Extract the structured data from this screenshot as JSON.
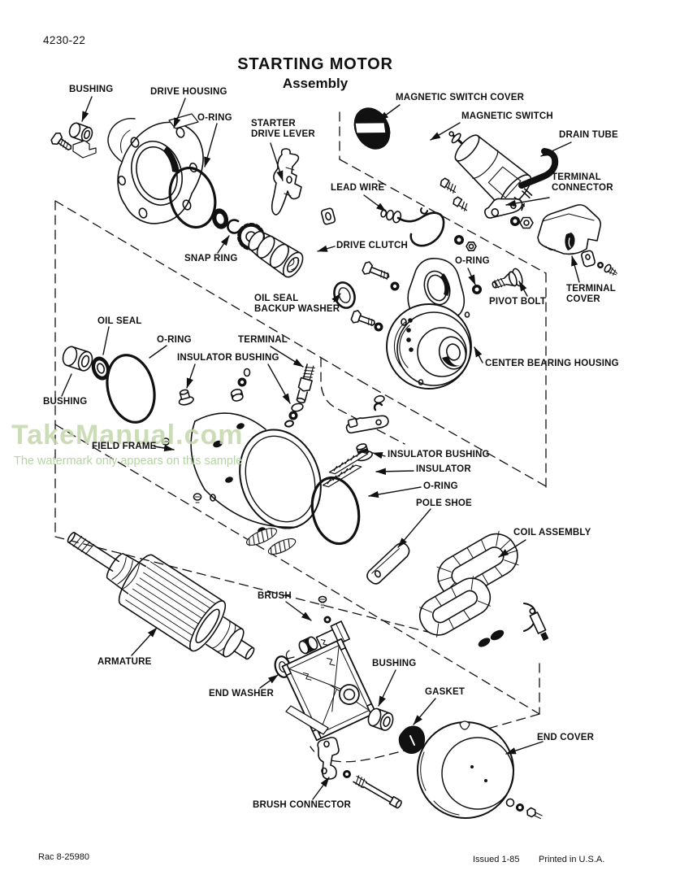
{
  "page": {
    "doc_code": "4230-22",
    "title": "STARTING MOTOR",
    "subtitle": "Assembly"
  },
  "watermark": {
    "brand": "TakeManual.com",
    "note": "The watermark only appears on this sample",
    "color": "#c3d7ab"
  },
  "footer": {
    "ref": "Rac 8-25980",
    "issued": "Issued 1-85",
    "printed": "Printed in U.S.A."
  },
  "diagram": {
    "ink": "#111111",
    "labels": {
      "bushing_top": "BUSHING",
      "drive_housing": "DRIVE HOUSING",
      "o_ring_top": "O-RING",
      "starter_drive_lever": "STARTER\nDRIVE LEVER",
      "magnetic_switch_cover": "MAGNETIC SWITCH COVER",
      "magnetic_switch": "MAGNETIC SWITCH",
      "drain_tube": "DRAIN TUBE",
      "terminal_connector": "TERMINAL\nCONNECTOR",
      "lead_wire": "LEAD WIRE",
      "snap_ring": "SNAP RING",
      "drive_clutch": "DRIVE CLUTCH",
      "o_ring_mid": "O-RING",
      "pivot_bolt": "PIVOT BOLT",
      "terminal_cover": "TERMINAL\nCOVER",
      "oil_seal_backup_washer": "OIL SEAL\nBACKUP WASHER",
      "center_bearing_housing": "CENTER BEARING HOUSING",
      "oil_seal": "OIL SEAL",
      "o_ring_left": "O-RING",
      "terminal": "TERMINAL",
      "insulator_bushing_left": "INSULATOR BUSHING",
      "bushing_left": "BUSHING",
      "field_frame": "FIELD FRAME",
      "insulator_bushing_right": "INSULATOR BUSHING",
      "insulator": "INSULATOR",
      "o_ring_lower": "O-RING",
      "pole_shoe": "POLE SHOE",
      "coil_assembly": "COIL ASSEMBLY",
      "brush": "BRUSH",
      "armature": "ARMATURE",
      "end_washer": "END WASHER",
      "bushing_bottom": "BUSHING",
      "gasket": "GASKET",
      "end_cover": "END COVER",
      "brush_connector": "BRUSH CONNECTOR"
    }
  }
}
